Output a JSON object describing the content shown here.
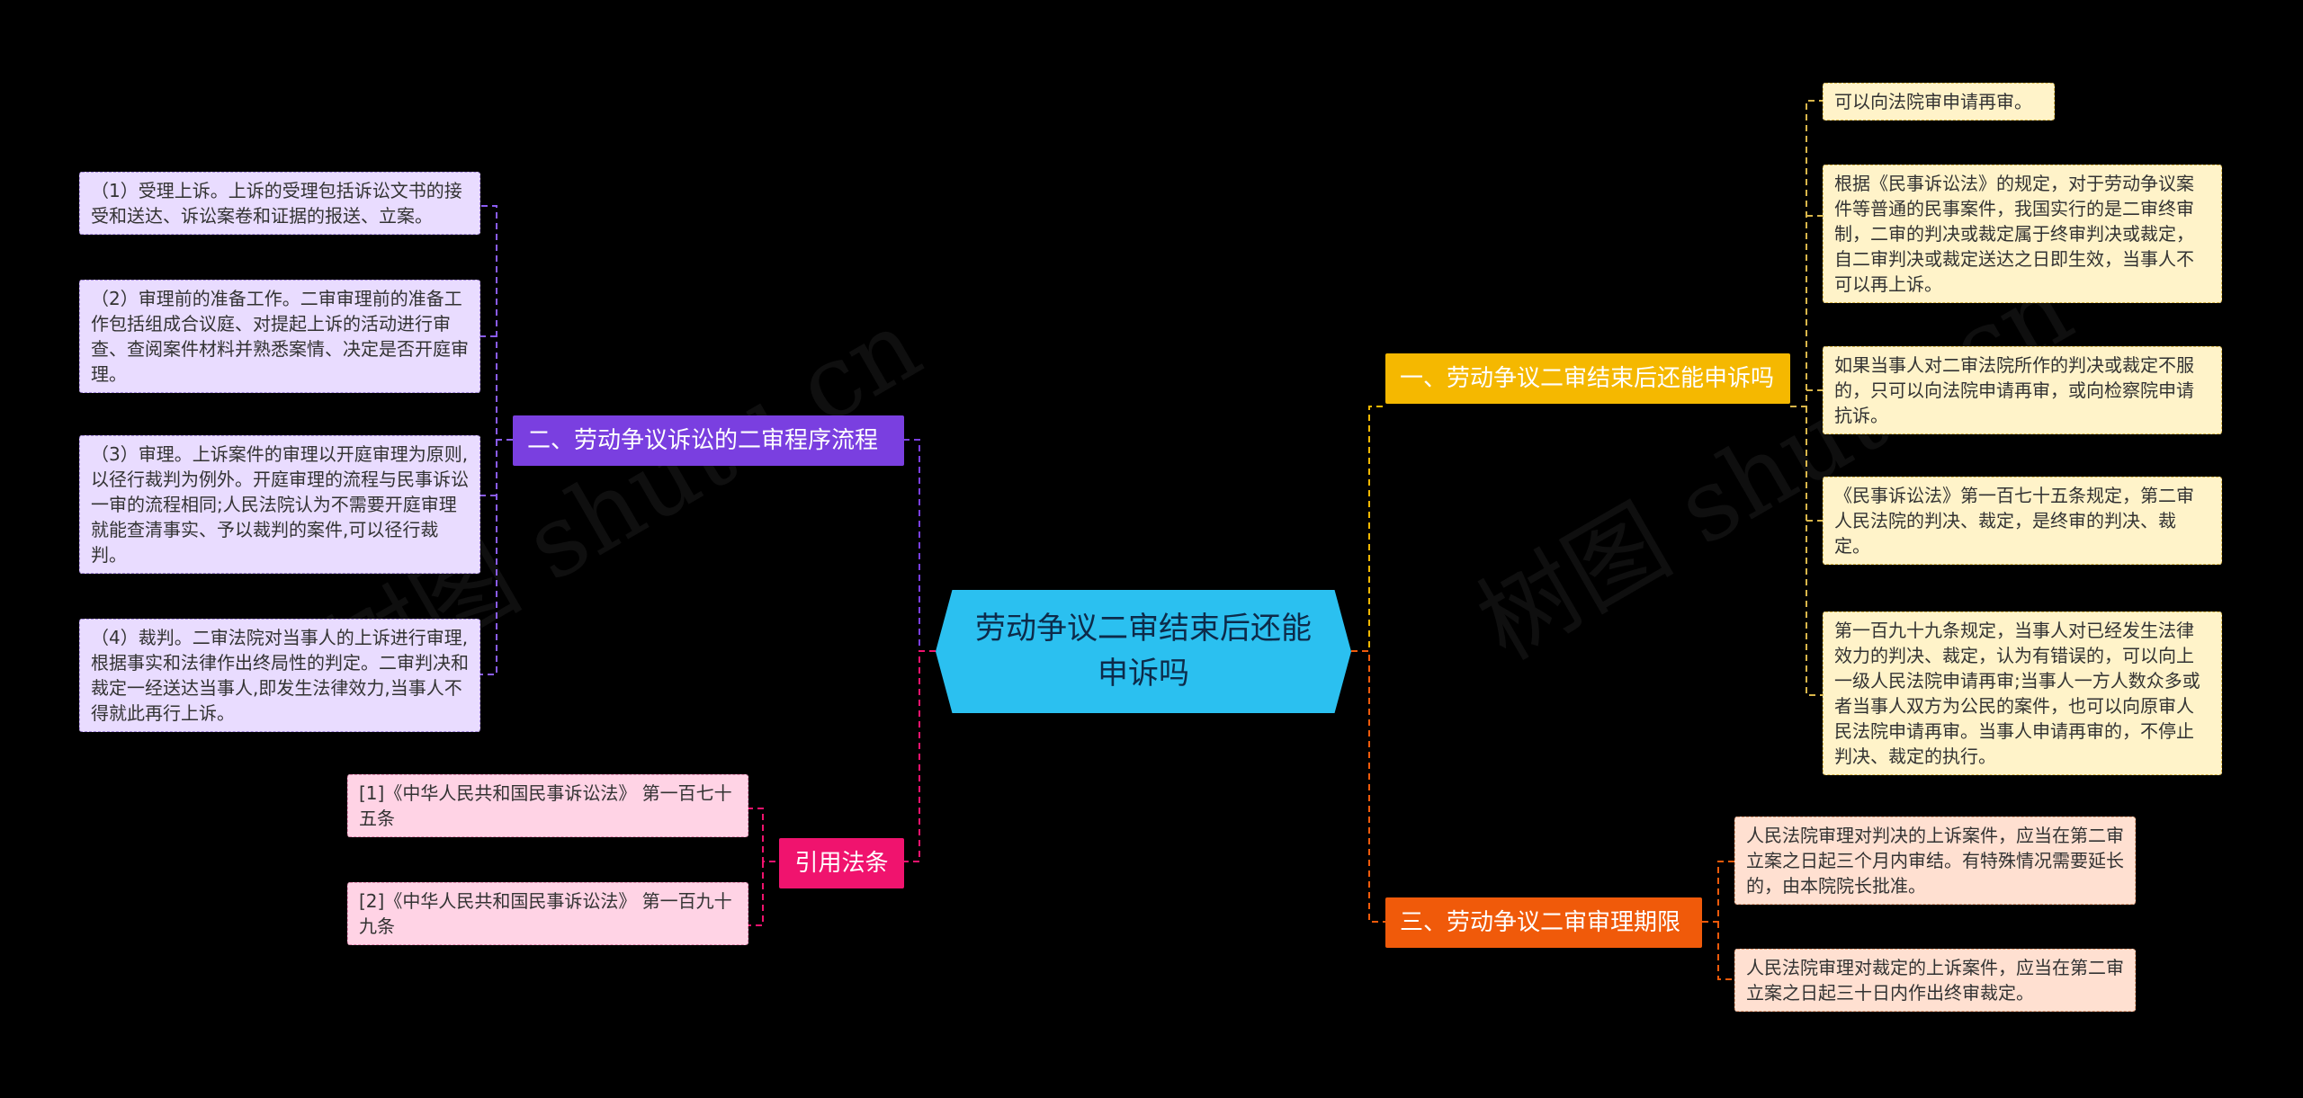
{
  "root": {
    "label": "劳动争议二审结束后还能申诉吗",
    "color": "#2bc0f0"
  },
  "watermark": "树图 shutu.cn",
  "branches": {
    "b1": {
      "label": "一、劳动争议二审结束后还能申诉吗",
      "color": "#f5b800",
      "leaves": [
        "可以向法院审申请再审。",
        "根据《民事诉讼法》的规定，对于劳动争议案件等普通的民事案件，我国实行的是二审终审制，二审的判决或裁定属于终审判决或裁定，自二审判决或裁定送达之日即生效，当事人不可以再上诉。",
        "如果当事人对二审法院所作的判决或裁定不服的，只可以向法院申请再审，或向检察院申请抗诉。",
        "《民事诉讼法》第一百七十五条规定，第二审人民法院的判决、裁定，是终审的判决、裁定。",
        "第一百九十九条规定，当事人对已经发生法律效力的判决、裁定，认为有错误的，可以向上一级人民法院申请再审;当事人一方人数众多或者当事人双方为公民的案件，也可以向原审人民法院申请再审。当事人申请再审的，不停止判决、裁定的执行。"
      ]
    },
    "b2": {
      "label": "二、劳动争议诉讼的二审程序流程",
      "color": "#7a3fe0",
      "leaves": [
        "（1）受理上诉。上诉的受理包括诉讼文书的接受和送达、诉讼案卷和证据的报送、立案。",
        "（2）审理前的准备工作。二审审理前的准备工作包括组成合议庭、对提起上诉的活动进行审查、查阅案件材料并熟悉案情、决定是否开庭审理。",
        "（3）审理。上诉案件的审理以开庭审理为原则,以径行裁判为例外。开庭审理的流程与民事诉讼一审的流程相同;人民法院认为不需要开庭审理就能查清事实、予以裁判的案件,可以径行裁判。",
        "（4）裁判。二审法院对当事人的上诉进行审理,根据事实和法律作出终局性的判定。二审判决和裁定一经送达当事人,即发生法律效力,当事人不得就此再行上诉。"
      ]
    },
    "b3": {
      "label": "三、劳动争议二审审理期限",
      "color": "#f05a0a",
      "leaves": [
        "人民法院审理对判决的上诉案件，应当在第二审立案之日起三个月内审结。有特殊情况需要延长的，由本院院长批准。",
        "人民法院审理对裁定的上诉案件，应当在第二审立案之日起三十日内作出终审裁定。"
      ]
    },
    "b4": {
      "label": "引用法条",
      "color": "#f0136e",
      "leaves": [
        "[1]《中华人民共和国民事诉讼法》 第一百七十五条",
        "[2]《中华人民共和国民事诉讼法》 第一百九十九条"
      ]
    }
  }
}
